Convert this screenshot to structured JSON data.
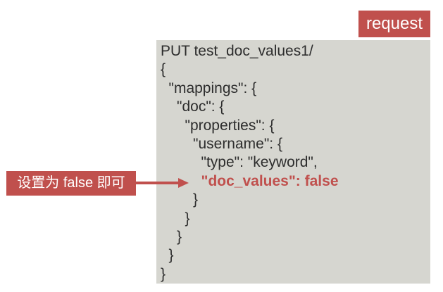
{
  "badge": {
    "label": "request"
  },
  "annotation": {
    "label": "设置为 false 即可"
  },
  "code": {
    "lines": [
      {
        "text": "PUT test_doc_values1/",
        "indent": 0,
        "highlight": false
      },
      {
        "text": "{",
        "indent": 0,
        "highlight": false
      },
      {
        "text": "\"mappings\": {",
        "indent": 1,
        "highlight": false
      },
      {
        "text": "\"doc\": {",
        "indent": 2,
        "highlight": false
      },
      {
        "text": "\"properties\": {",
        "indent": 3,
        "highlight": false
      },
      {
        "text": "\"username\": {",
        "indent": 4,
        "highlight": false
      },
      {
        "text": "\"type\": \"keyword\",",
        "indent": 5,
        "highlight": false
      },
      {
        "text": "\"doc_values\": false",
        "indent": 5,
        "highlight": true
      },
      {
        "text": "}",
        "indent": 4,
        "highlight": false
      },
      {
        "text": "}",
        "indent": 3,
        "highlight": false
      },
      {
        "text": "}",
        "indent": 2,
        "highlight": false
      },
      {
        "text": "}",
        "indent": 1,
        "highlight": false
      },
      {
        "text": "}",
        "indent": 0,
        "highlight": false
      }
    ]
  },
  "colors": {
    "accent_red": "#c0504d",
    "code_background": "#d6d6d0",
    "code_text": "#2d2d2d",
    "page_background": "#ffffff"
  }
}
